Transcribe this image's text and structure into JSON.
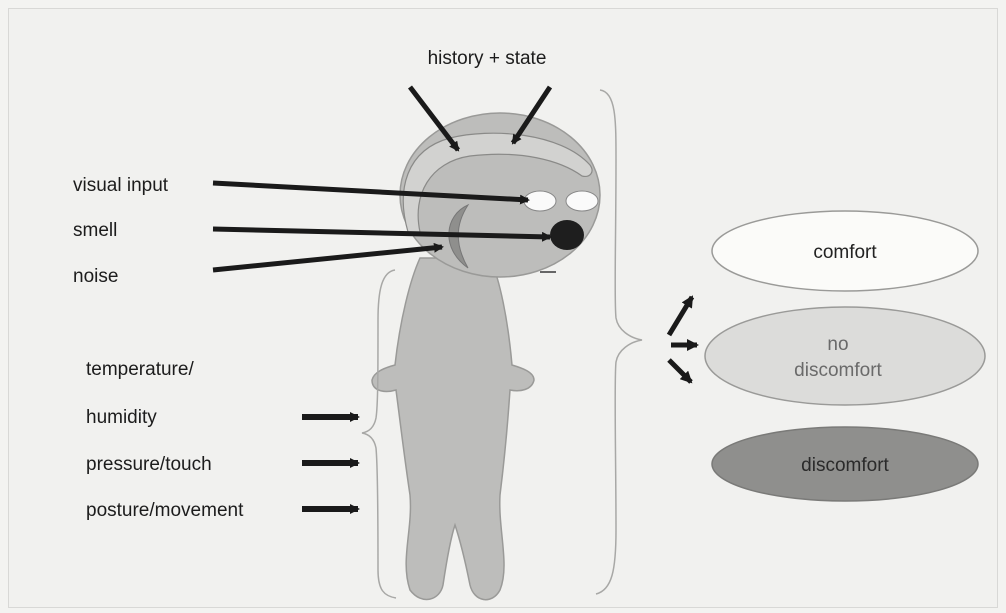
{
  "top_label": "history + state",
  "inputs": {
    "visual": "visual input",
    "smell": "smell",
    "noise": "noise",
    "temperature_line1": "temperature/",
    "temperature_line2": "humidity",
    "pressure": "pressure/touch",
    "posture": "posture/movement"
  },
  "outcomes": {
    "comfort": "comfort",
    "no_discomfort_line1": "no",
    "no_discomfort_line2": "discomfort",
    "discomfort": "discomfort"
  },
  "colors": {
    "figure_fill": "#bdbdbb",
    "arrow": "#1a1a1a",
    "comfort_fill": "#fbfbf9",
    "no_discomfort_fill": "#dcdcda",
    "discomfort_fill": "#8f8f8d"
  }
}
